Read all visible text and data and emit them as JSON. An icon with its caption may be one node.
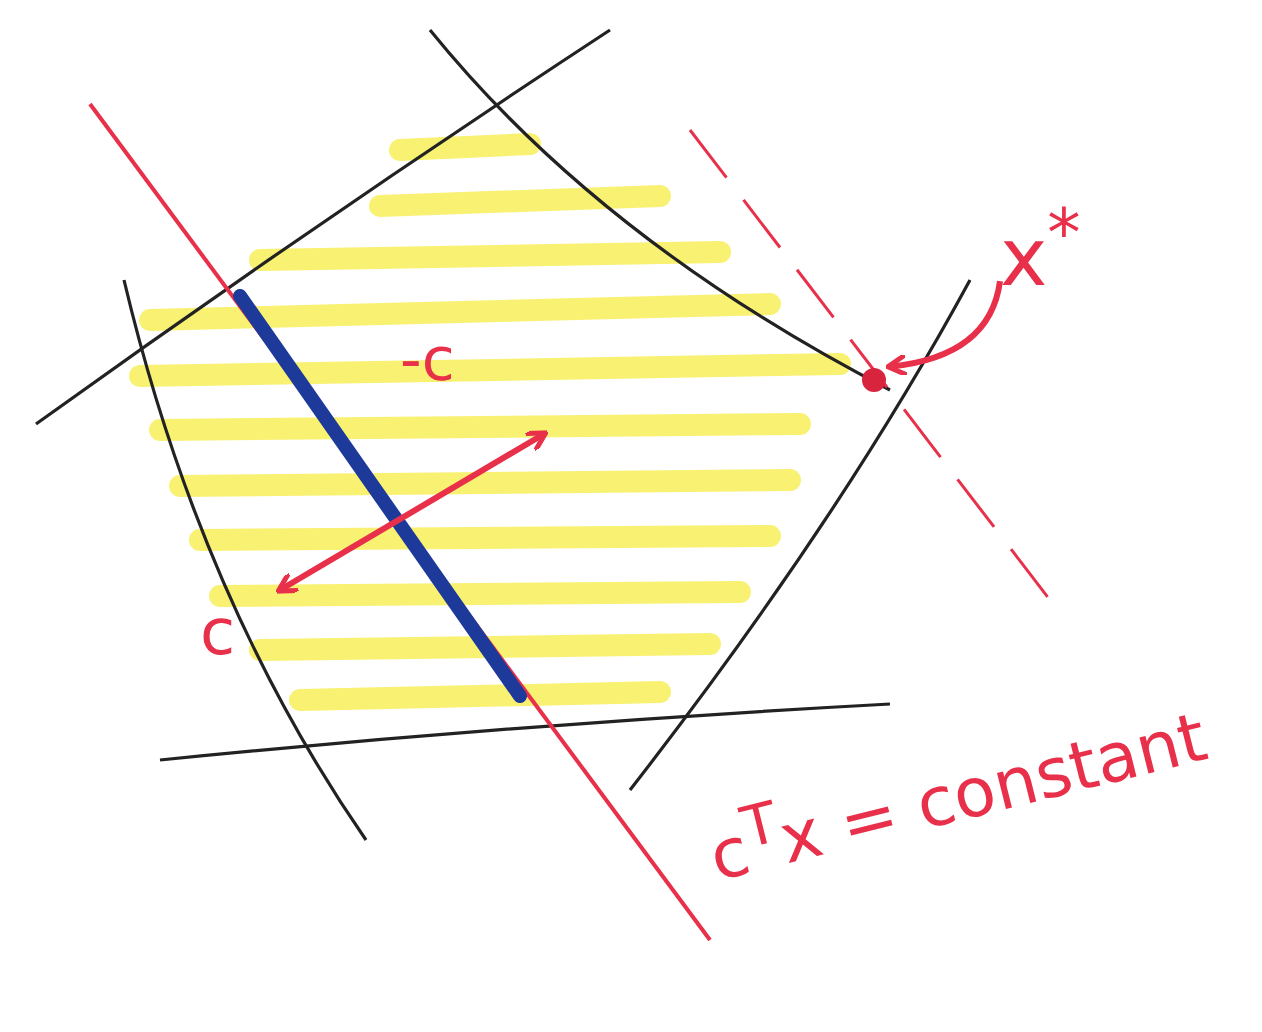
{
  "diagram": {
    "nodes": [
      {
        "text": [
          "x$^{*}$"
        ]
      },
      {
        "text": [],
        "shape": "circle"
      }
    ],
    "edges": [
      {
        "from": 0,
        "to": 1,
        "arrow": "to"
      }
    ],
    "labels": [
      "-c",
      "c",
      "c$^{T}$x = constant"
    ]
  }
}
